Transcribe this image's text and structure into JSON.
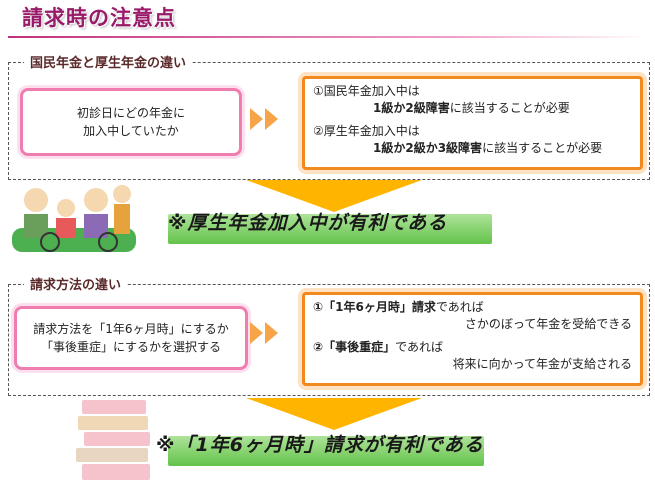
{
  "title": "請求時の注意点",
  "section1": {
    "label": "国民年金と厚生年金の違い",
    "question_line1": "初診日にどの年金に",
    "question_line2": "加入中していたか",
    "item1_head": "①国民年金加入中は",
    "item1_bold": "1級か2級障害",
    "item1_tail": "に該当することが必要",
    "item2_head": "②厚生年金加入中は",
    "item2_bold": "1級か2級か3級障害",
    "item2_tail": "に該当することが必要",
    "conclusion": "※厚生年金加入中が有利である"
  },
  "section2": {
    "label": "請求方法の違い",
    "question_line1": "請求方法を「1年6ヶ月時」にするか",
    "question_line2": "「事後重症」にするかを選択する",
    "item1_head": "①「1年6ヶ月時」請求",
    "item1_head2": "であれば",
    "item1_body": "さかのぼって年金を受給できる",
    "item2_head": "②「事後重症」",
    "item2_head2": "であれば",
    "item2_body": "将来に向かって年金が支給される",
    "conclusion": "※「1年6ヶ月時」請求が有利である"
  },
  "colors": {
    "title": "#9a1a6a",
    "pill_border": "#f07db0",
    "box_border": "#f08a1e",
    "arrow": "#ffb400",
    "banner": "#63c34a"
  },
  "icons": {
    "family": "family-illustration",
    "documents": "documents-stack-illustration"
  }
}
